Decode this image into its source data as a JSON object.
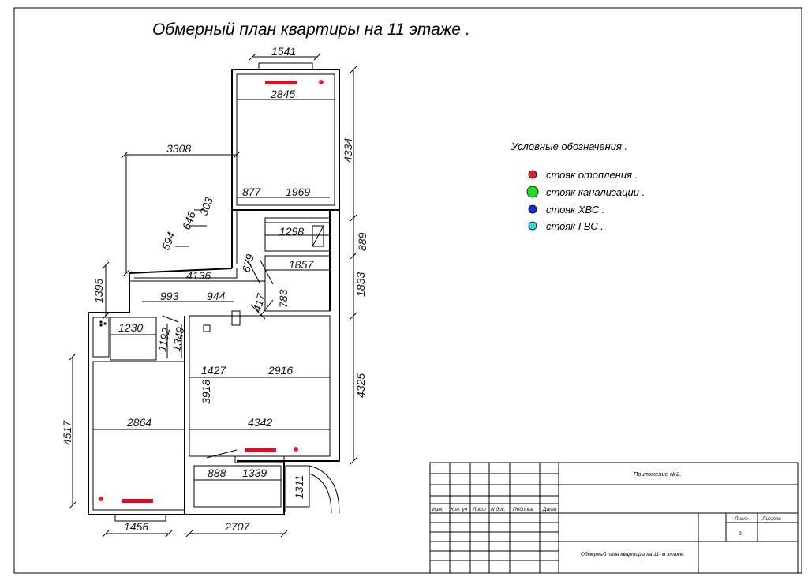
{
  "title": "Обмерный план квартиры на  11  этаже .",
  "legend": {
    "heading": "Условные обозначения .",
    "items": [
      {
        "label": "стояк отопления .",
        "color": "#e8202a"
      },
      {
        "label": "стояк канализации .",
        "color": "#22dd22"
      },
      {
        "label": "стояк ХВС .",
        "color": "#1a2bd6"
      },
      {
        "label": "стояк ГВС .",
        "color": "#33dddd"
      }
    ]
  },
  "dims": {
    "d1541": "1541",
    "d2845": "2845",
    "d4334": "4334",
    "d3308": "3308",
    "d877": "877",
    "d1969": "1969",
    "d303": "303",
    "d646": "646",
    "d594": "594",
    "d1298": "1298",
    "d889": "889",
    "d679": "679",
    "d1857": "1857",
    "d4136": "4136",
    "d1395": "1395",
    "d1833": "1833",
    "d993": "993",
    "d944": "944",
    "d417": "417",
    "d783": "783",
    "d1230": "1230",
    "d1192": "1192",
    "d1349": "1349",
    "d1427": "1427",
    "d2916": "2916",
    "d3918": "3918",
    "d4325": "4325",
    "d2864": "2864",
    "d4342": "4342",
    "d4517": "4517",
    "d888": "888",
    "d1339": "1339",
    "d1311": "1311",
    "d1456": "1456",
    "d2707": "2707"
  },
  "stamp": {
    "appendix": "Приложение  №2.",
    "col_izm": "Изм.",
    "col_kol": "Кол. уч",
    "col_list": "Лист",
    "col_ndok": "N док.",
    "col_podpis": "Подпись",
    "col_data": "Дата",
    "list_label": "Лист",
    "listov_label": "Листов",
    "sheet_no": "2",
    "doc_title": "Обмерный план квартиры на  11- м этаже."
  },
  "colors": {
    "heating": "#e8202a",
    "sewer": "#22dd22",
    "cold_water": "#1a2bd6",
    "hot_water": "#33dddd",
    "radiator": "#d8102a"
  }
}
